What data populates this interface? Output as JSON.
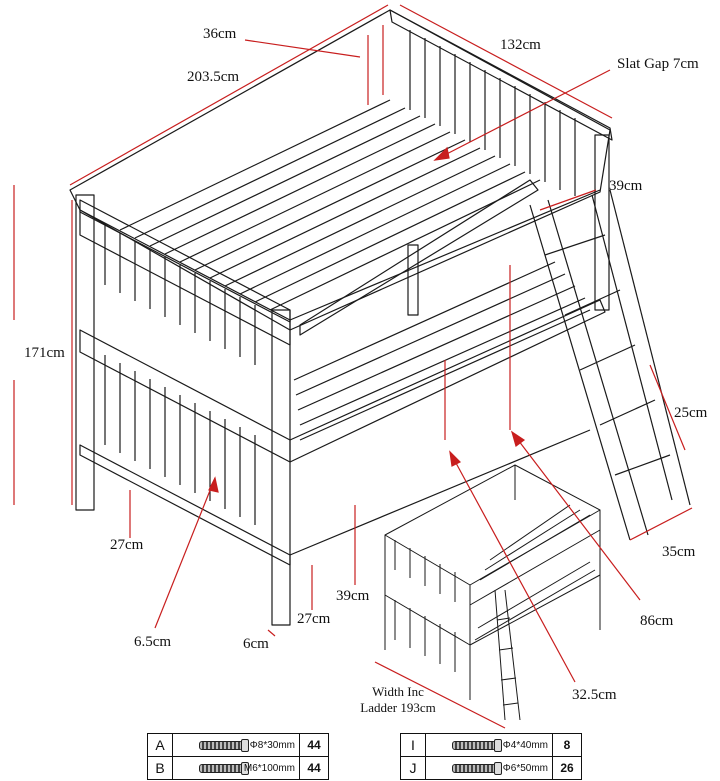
{
  "dimensions": {
    "headboard_height": "36cm",
    "length": "203.5cm",
    "width": "132cm",
    "slat_gap": "Slat Gap 7cm",
    "ladder_top": "39cm",
    "total_height": "171cm",
    "ladder_rung": "25cm",
    "ladder_depth": "35cm",
    "leg_front": "27cm",
    "rail_depth": "39cm",
    "leg_side": "27cm",
    "post_size": "6cm",
    "spindle_gap": "6.5cm",
    "under_clearance": "86cm",
    "lower_clearance": "32.5cm",
    "width_with_ladder_line1": "Width Inc",
    "width_with_ladder_line2": "Ladder 193cm"
  },
  "parts": [
    {
      "key": "A",
      "size": "Φ8*30mm",
      "qty": "44",
      "icon": "dowel-icon"
    },
    {
      "key": "B",
      "size": "M6*100mm",
      "qty": "44",
      "icon": "bolt-icon"
    },
    {
      "key": "I",
      "size": "Φ4*40mm",
      "qty": "8",
      "icon": "wood-screw-icon"
    },
    {
      "key": "J",
      "size": "Φ6*50mm",
      "qty": "26",
      "icon": "screw-icon"
    }
  ],
  "colors": {
    "dimension_line": "#c81e1e",
    "line_art": "#1a1a1a"
  }
}
